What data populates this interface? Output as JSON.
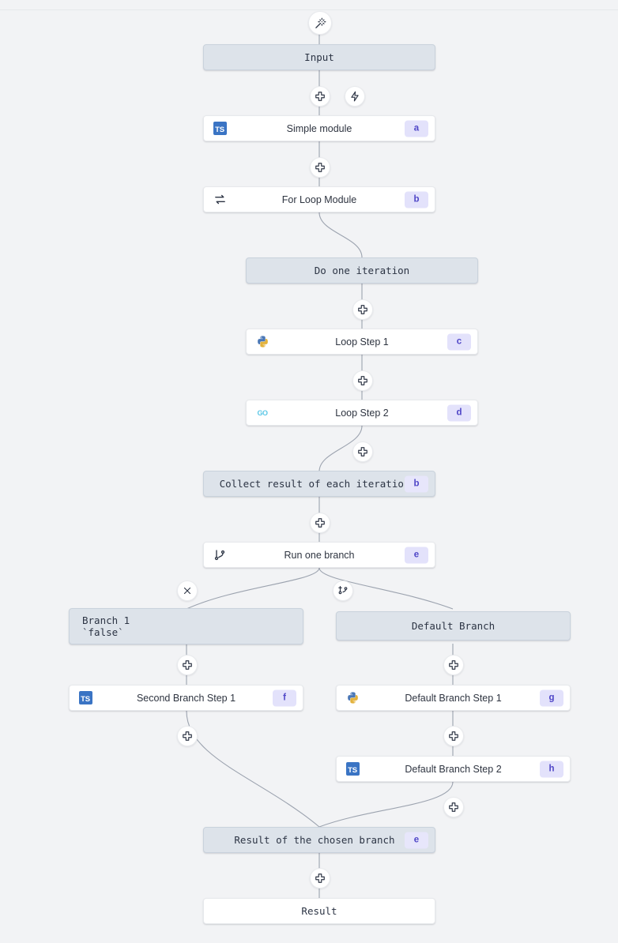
{
  "canvas": {
    "background": "#f2f3f5",
    "edge_color": "#9ca3af",
    "virtual_node_bg": "#dde3ea",
    "virtual_node_border": "#c9d2dc",
    "step_node_bg": "#ffffff",
    "badge_bg": "#e3e2fb",
    "badge_color": "#4f46c7"
  },
  "nodes": {
    "wand_handle": {
      "icon": "magic-wand-icon"
    },
    "input": {
      "label": "Input",
      "kind": "virtual"
    },
    "plus_after_input": {
      "icon": "plus-icon"
    },
    "bolt_after_input": {
      "icon": "lightning-bolt-icon"
    },
    "simple_module": {
      "label": "Simple module",
      "badge": "a",
      "lang": "typescript-icon",
      "kind": "step"
    },
    "plus_after_simple": {
      "icon": "plus-icon"
    },
    "for_loop_module": {
      "label": "For Loop Module",
      "badge": "b",
      "lang": "loop-arrows-icon",
      "kind": "step"
    },
    "do_one_iteration": {
      "label": "Do one iteration",
      "kind": "virtual"
    },
    "plus_after_iteration": {
      "icon": "plus-icon"
    },
    "loop_step_1": {
      "label": "Loop Step 1",
      "badge": "c",
      "lang": "python-icon",
      "kind": "step"
    },
    "plus_after_loop_step_1": {
      "icon": "plus-icon"
    },
    "loop_step_2": {
      "label": "Loop Step 2",
      "badge": "d",
      "lang": "go-icon",
      "kind": "step"
    },
    "plus_after_loop_step_2": {
      "icon": "plus-icon"
    },
    "collect_result": {
      "label": "Collect result of each iteration",
      "badge": "b",
      "kind": "virtual"
    },
    "plus_after_collect": {
      "icon": "plus-icon"
    },
    "run_one_branch": {
      "label": "Run one branch",
      "badge": "e",
      "lang": "git-branch-icon",
      "kind": "step"
    },
    "close_branch": {
      "icon": "close-icon"
    },
    "add_branch": {
      "icon": "add-branch-icon"
    },
    "branch_1": {
      "label": "Branch 1\n`false`",
      "kind": "virtual"
    },
    "default_branch": {
      "label": "Default Branch",
      "kind": "virtual"
    },
    "plus_branch1": {
      "icon": "plus-icon"
    },
    "plus_default": {
      "icon": "plus-icon"
    },
    "second_branch_step_1": {
      "label": "Second Branch Step 1",
      "badge": "f",
      "lang": "typescript-icon",
      "kind": "step"
    },
    "default_branch_step_1": {
      "label": "Default Branch Step 1",
      "badge": "g",
      "lang": "python-icon",
      "kind": "step"
    },
    "plus_after_second_branch": {
      "icon": "plus-icon"
    },
    "plus_after_default_step_1": {
      "icon": "plus-icon"
    },
    "default_branch_step_2": {
      "label": "Default Branch Step 2",
      "badge": "h",
      "lang": "typescript-icon",
      "kind": "step"
    },
    "plus_after_default_step_2": {
      "icon": "plus-icon"
    },
    "result_chosen_branch": {
      "label": "Result of the chosen branch",
      "badge": "e",
      "kind": "virtual"
    },
    "plus_after_result_chosen": {
      "icon": "plus-icon"
    },
    "result": {
      "label": "Result",
      "kind": "plain"
    }
  },
  "icon_labels": {
    "typescript": "TS",
    "go": "GO"
  }
}
